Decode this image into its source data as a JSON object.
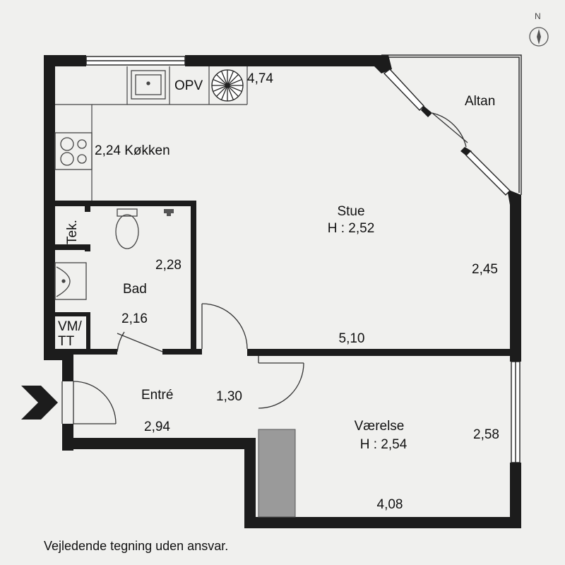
{
  "colors": {
    "wall": "#1c1c1c",
    "background": "#f0f0ee",
    "fixture": "#555555",
    "wardrobe": "#9a9a9a",
    "entry_arrow": "#1c1c1c"
  },
  "compass": {
    "north_label": "N",
    "icon": "compass-icon"
  },
  "rooms": {
    "kitchen": {
      "name": "2,24 Køkken",
      "opv": "OPV",
      "dim_top": "4,74"
    },
    "balcony": {
      "name": "Altan"
    },
    "living": {
      "name": "Stue",
      "height": "H : 2,52",
      "dim_right": "2,45",
      "dim_bottom": "5,10"
    },
    "bath": {
      "name": "Bad",
      "dim_side": "2,28",
      "dim_bottom": "2,16",
      "tek": "Tek.",
      "vmtt": "VM/\nTT"
    },
    "entry": {
      "name": "Entré",
      "dim_bottom": "2,94",
      "dim_side": "1,30"
    },
    "bedroom": {
      "name": "Værelse",
      "height": "H : 2,54",
      "dim_right": "2,58",
      "dim_bottom": "4,08"
    }
  },
  "disclaimer": "Vejledende tegning uden ansvar."
}
